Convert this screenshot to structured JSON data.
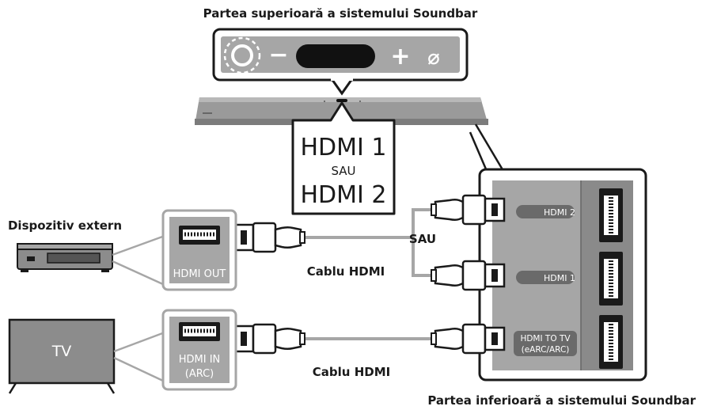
{
  "labels": {
    "top_title": "Partea superioară a sistemului Soundbar",
    "bottom_title": "Partea inferioară a sistemului Soundbar",
    "external_device": "Dispozitiv extern",
    "tv": "TV",
    "hdmi_out": "HDMI OUT",
    "hdmi_in_line1": "HDMI IN",
    "hdmi_in_line2": "(ARC)",
    "cable_top": "Cablu HDMI",
    "cable_bottom": "Cablu HDMI",
    "sau_cable": "SAU",
    "callout_line1": "HDMI 1",
    "callout_sau": "SAU",
    "callout_line2": "HDMI 2",
    "port_hdmi2": "HDMI 2",
    "port_hdmi1": "HDMI 1",
    "port_tv_line1": "HDMI TO TV",
    "port_tv_line2": "(eARC/ARC)"
  },
  "controls": {
    "minus": "−",
    "plus": "+",
    "mute": "⌀"
  }
}
